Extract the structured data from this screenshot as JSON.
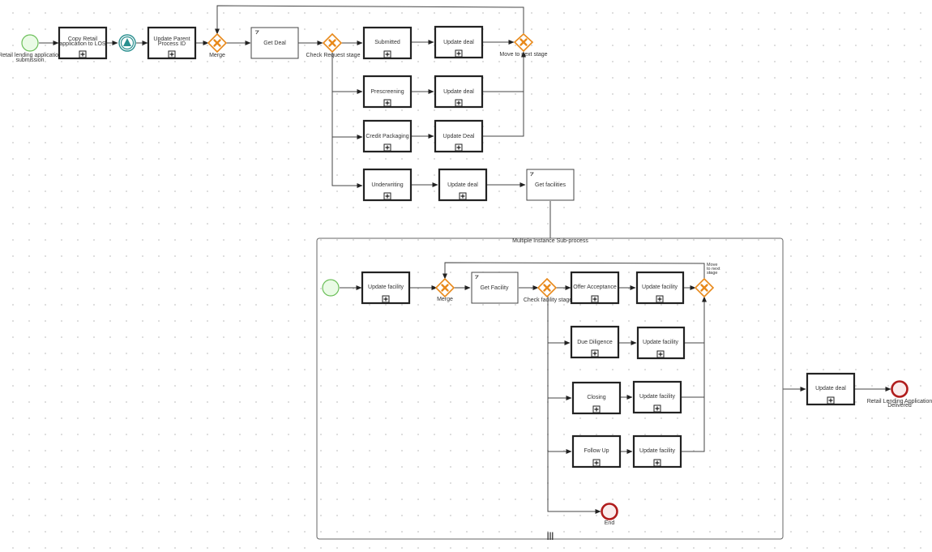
{
  "process": {
    "start_label": "Retail lending application submission",
    "copy_task": "Copy Retail application to LOS",
    "update_parent_task": "Update Parent Process ID",
    "merge_label": "Merge",
    "get_deal_task": "Get Deal",
    "check_request_label": "Check Request stage",
    "move_next_label": "Move to next stage",
    "stage_tasks": [
      "Submitted",
      "Prescreening",
      "Credit Packaging",
      "Underwriting"
    ],
    "update_deal_tasks": [
      "Update deal",
      "Update deal",
      "Update Deal",
      "Update deal"
    ],
    "get_facilities_task": "Get facilities",
    "final_update_task": "Update deal",
    "end_label": "Retail Lending Application Delivered"
  },
  "subprocess": {
    "title": "Multiple Instance Sub-process",
    "update_facility_task": "Update facility",
    "merge_label": "Merge",
    "get_facility_task": "Get Facility",
    "check_facility_label": "Check facility stage",
    "move_next_label": "Move to next stage",
    "stage_tasks": [
      "Offer Acceptance",
      "Due Diligence",
      "Closing",
      "Follow Up"
    ],
    "update_facility_tasks": [
      "Update facility",
      "Update facility",
      "Update facility",
      "Update facility"
    ],
    "end_label": "End",
    "multi_instance_marker": "|||"
  },
  "colors": {
    "start_event": "#6bbf59",
    "end_event": "#b01c1c",
    "gateway": "#e8891a",
    "intermediate_event": "#2a8f8f"
  }
}
